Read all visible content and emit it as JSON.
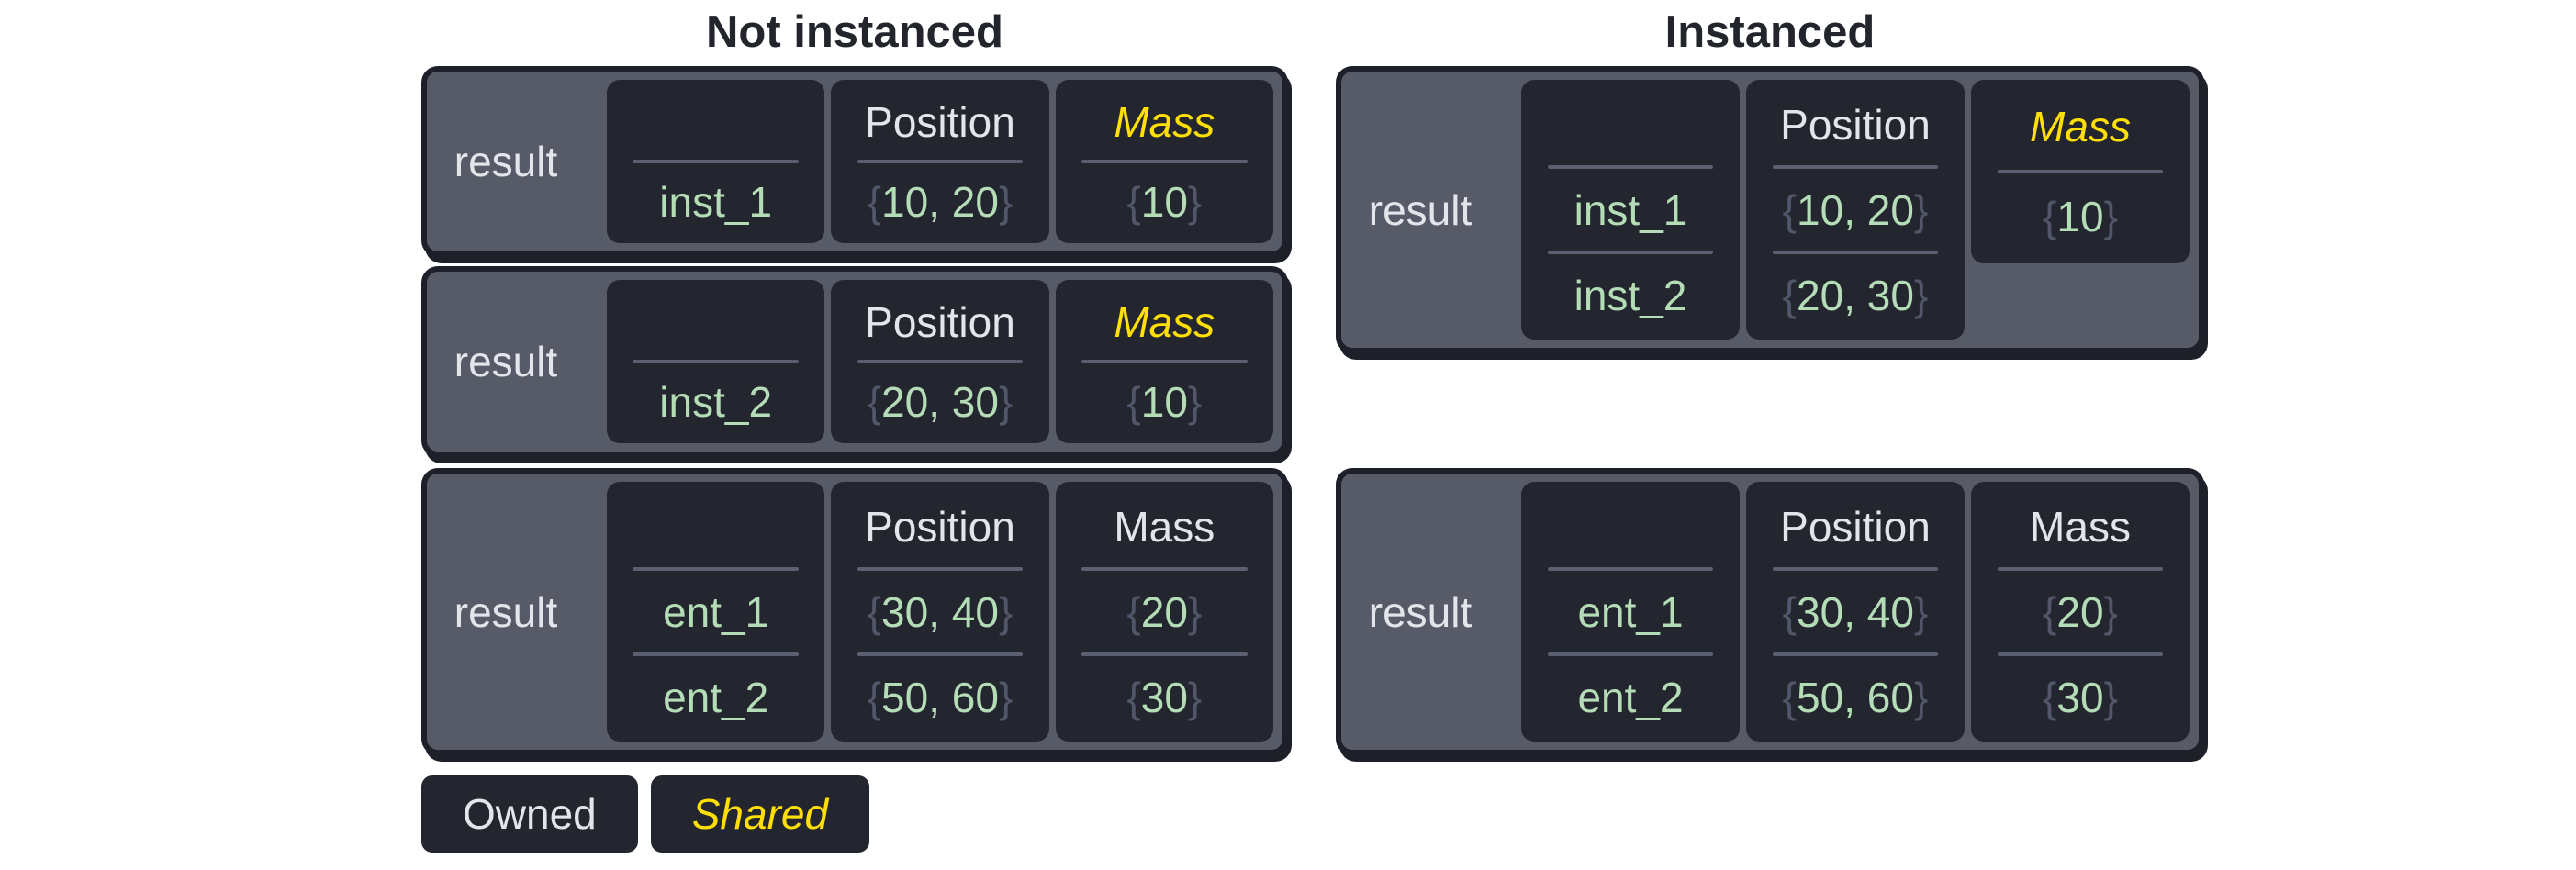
{
  "colors": {
    "page_background": "#ffffff",
    "outer_box_fill": "#565b67",
    "outer_box_border": "#1d2028",
    "cell_fill": "#23262e",
    "owned_text": "#e2e5ea",
    "shared_text": "#ffdf05",
    "value_green": "#b4dcb6",
    "brace_gray": "#515769",
    "separator_gray": "#5a6070",
    "title_text": "#22252c"
  },
  "groups": [
    {
      "id": "not-instanced",
      "title": "Not instanced",
      "boxes": [
        {
          "label": "result",
          "columns": [
            {
              "header": "",
              "header_style": "none",
              "short": false,
              "values": [
                "inst_1"
              ]
            },
            {
              "header": "Position",
              "header_style": "owned",
              "short": false,
              "values": [
                "{10, 20}"
              ]
            },
            {
              "header": "Mass",
              "header_style": "shared",
              "short": false,
              "values": [
                "{10}"
              ]
            }
          ]
        },
        {
          "label": "result",
          "columns": [
            {
              "header": "",
              "header_style": "none",
              "short": false,
              "values": [
                "inst_2"
              ]
            },
            {
              "header": "Position",
              "header_style": "owned",
              "short": false,
              "values": [
                "{20, 30}"
              ]
            },
            {
              "header": "Mass",
              "header_style": "shared",
              "short": false,
              "values": [
                "{10}"
              ]
            }
          ]
        },
        {
          "label": "result",
          "columns": [
            {
              "header": "",
              "header_style": "none",
              "short": false,
              "values": [
                "ent_1",
                "ent_2"
              ]
            },
            {
              "header": "Position",
              "header_style": "owned",
              "short": false,
              "values": [
                "{30, 40}",
                "{50, 60}"
              ]
            },
            {
              "header": "Mass",
              "header_style": "owned",
              "short": false,
              "values": [
                "{20}",
                "{30}"
              ]
            }
          ]
        }
      ]
    },
    {
      "id": "instanced",
      "title": "Instanced",
      "boxes": [
        {
          "label": "result",
          "columns": [
            {
              "header": "",
              "header_style": "none",
              "short": false,
              "values": [
                "inst_1",
                "inst_2"
              ]
            },
            {
              "header": "Position",
              "header_style": "owned",
              "short": false,
              "values": [
                "{10, 20}",
                "{20, 30}"
              ]
            },
            {
              "header": "Mass",
              "header_style": "shared",
              "short": true,
              "values": [
                "{10}"
              ]
            }
          ]
        },
        {
          "label": "result",
          "columns": [
            {
              "header": "",
              "header_style": "none",
              "short": false,
              "values": [
                "ent_1",
                "ent_2"
              ]
            },
            {
              "header": "Position",
              "header_style": "owned",
              "short": false,
              "values": [
                "{30, 40}",
                "{50, 60}"
              ]
            },
            {
              "header": "Mass",
              "header_style": "owned",
              "short": false,
              "values": [
                "{20}",
                "{30}"
              ]
            }
          ]
        }
      ]
    }
  ],
  "legend": [
    {
      "label": "Owned",
      "style": "owned"
    },
    {
      "label": "Shared",
      "style": "shared"
    }
  ]
}
